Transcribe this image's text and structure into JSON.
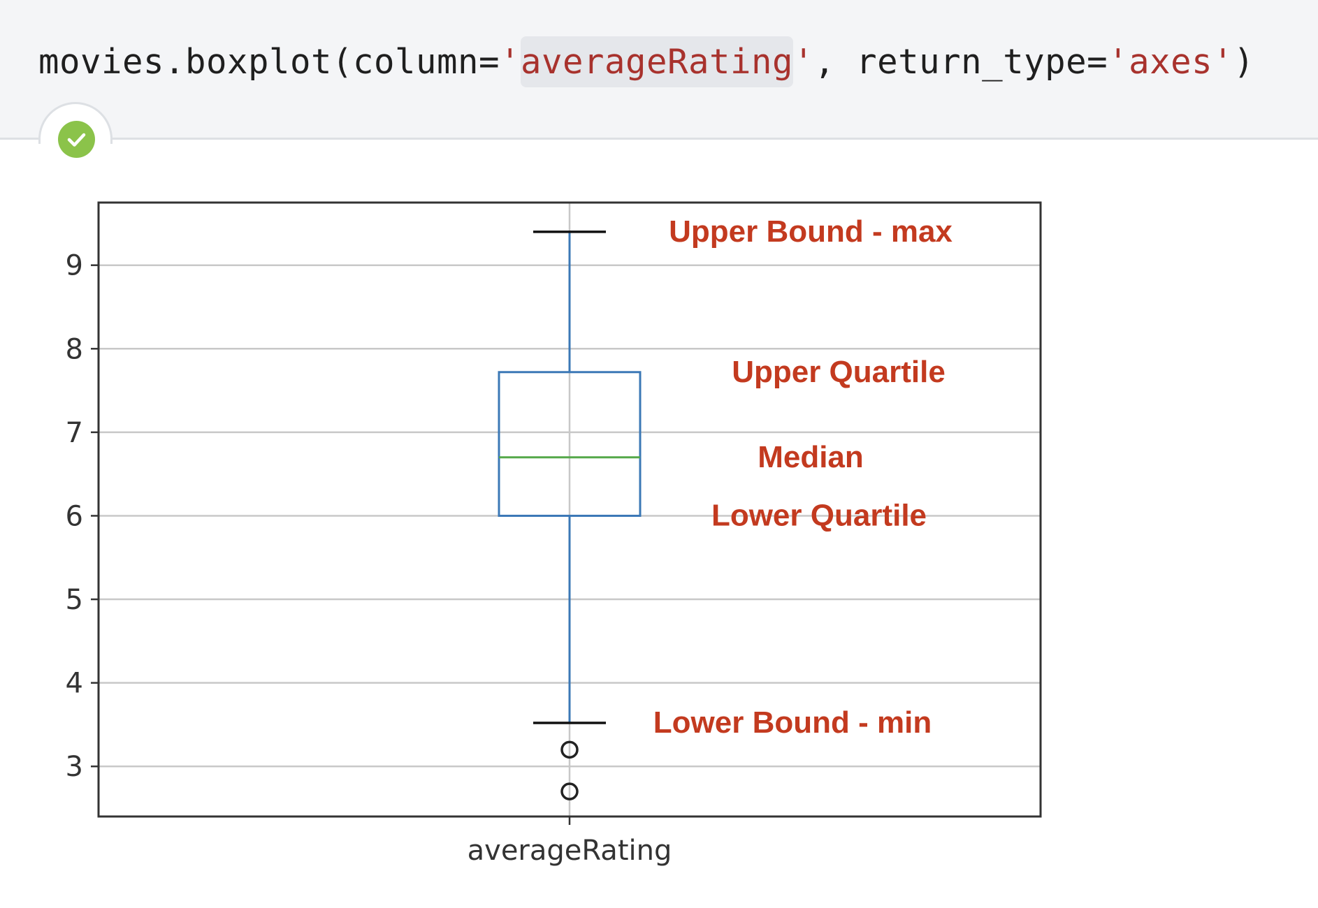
{
  "code": {
    "prefix": "movies.boxplot(column=",
    "arg1_open": "'",
    "arg1": "averageRating",
    "arg1_close": "'",
    "sep": ", return_type=",
    "arg2": "'axes'",
    "suffix": ")"
  },
  "status": {
    "icon": "check-circle-icon",
    "color": "#8bc34a"
  },
  "chart_data": {
    "type": "box",
    "categories": [
      "averageRating"
    ],
    "ylim": [
      2.4,
      9.75
    ],
    "yticks": [
      3,
      4,
      5,
      6,
      7,
      8,
      9
    ],
    "grid": true,
    "box": {
      "whisker_max": 9.4,
      "q3": 7.72,
      "median": 6.7,
      "q1": 6.0,
      "whisker_min": 3.52,
      "outliers": [
        3.2,
        2.7
      ]
    },
    "annotations": [
      {
        "text": "Upper Bound - max",
        "y": 9.4
      },
      {
        "text": "Upper Quartile",
        "y": 7.72
      },
      {
        "text": "Median",
        "y": 6.7
      },
      {
        "text": "Lower Quartile",
        "y": 6.0
      },
      {
        "text": "Lower Bound - min",
        "y": 3.52
      }
    ],
    "colors": {
      "box": "#3b78b6",
      "median": "#55a84a",
      "whisker_cap": "#111111",
      "grid": "#c8c8c8",
      "annotation": "#c33a1f"
    }
  }
}
